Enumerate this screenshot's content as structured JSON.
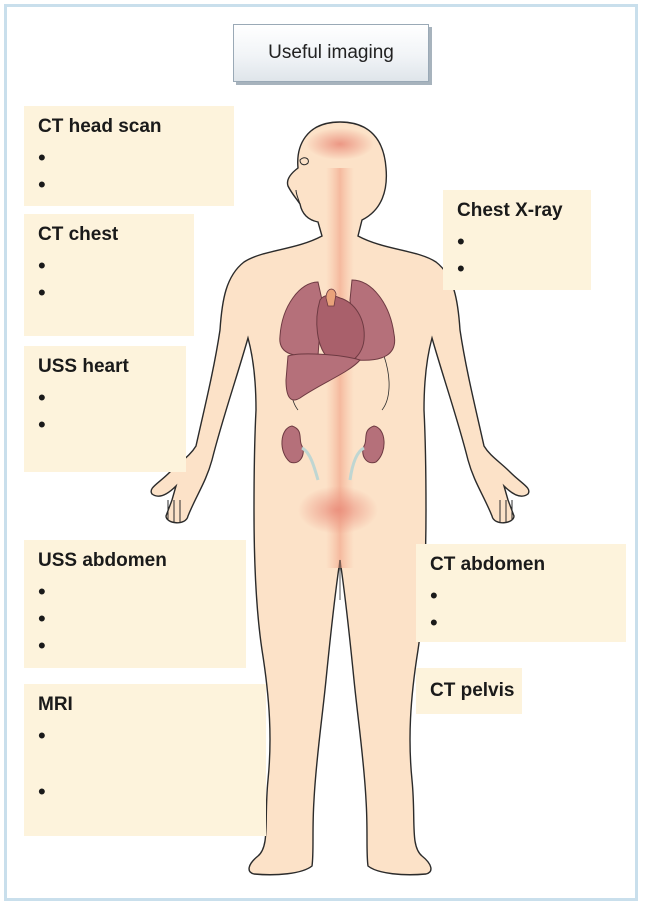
{
  "title": "Useful imaging",
  "boxes": {
    "ct_head": {
      "title": "CT head scan",
      "bullets": [
        "",
        ""
      ]
    },
    "ct_chest": {
      "title": "CT chest",
      "bullets": [
        "",
        ""
      ]
    },
    "uss_heart": {
      "title": "USS heart",
      "bullets": [
        "",
        ""
      ]
    },
    "uss_abdomen": {
      "title": "USS abdomen",
      "bullets": [
        "",
        "",
        ""
      ]
    },
    "mri": {
      "title": "MRI",
      "bullets": [
        "",
        ""
      ]
    },
    "chest_xray": {
      "title": "Chest X-ray",
      "bullets": [
        "",
        ""
      ]
    },
    "ct_abdomen": {
      "title": "CT abdomen",
      "bullets": [
        "",
        ""
      ]
    },
    "ct_pelvis": {
      "title": "CT pelvis",
      "bullets": []
    }
  },
  "colors": {
    "label_background": "#fdf3dc",
    "skin": "#fce2c8",
    "skin_outline": "#2b2b2b",
    "organ": "#b5707a",
    "highlight": "#e98a78",
    "frame": "#c9dfec"
  }
}
